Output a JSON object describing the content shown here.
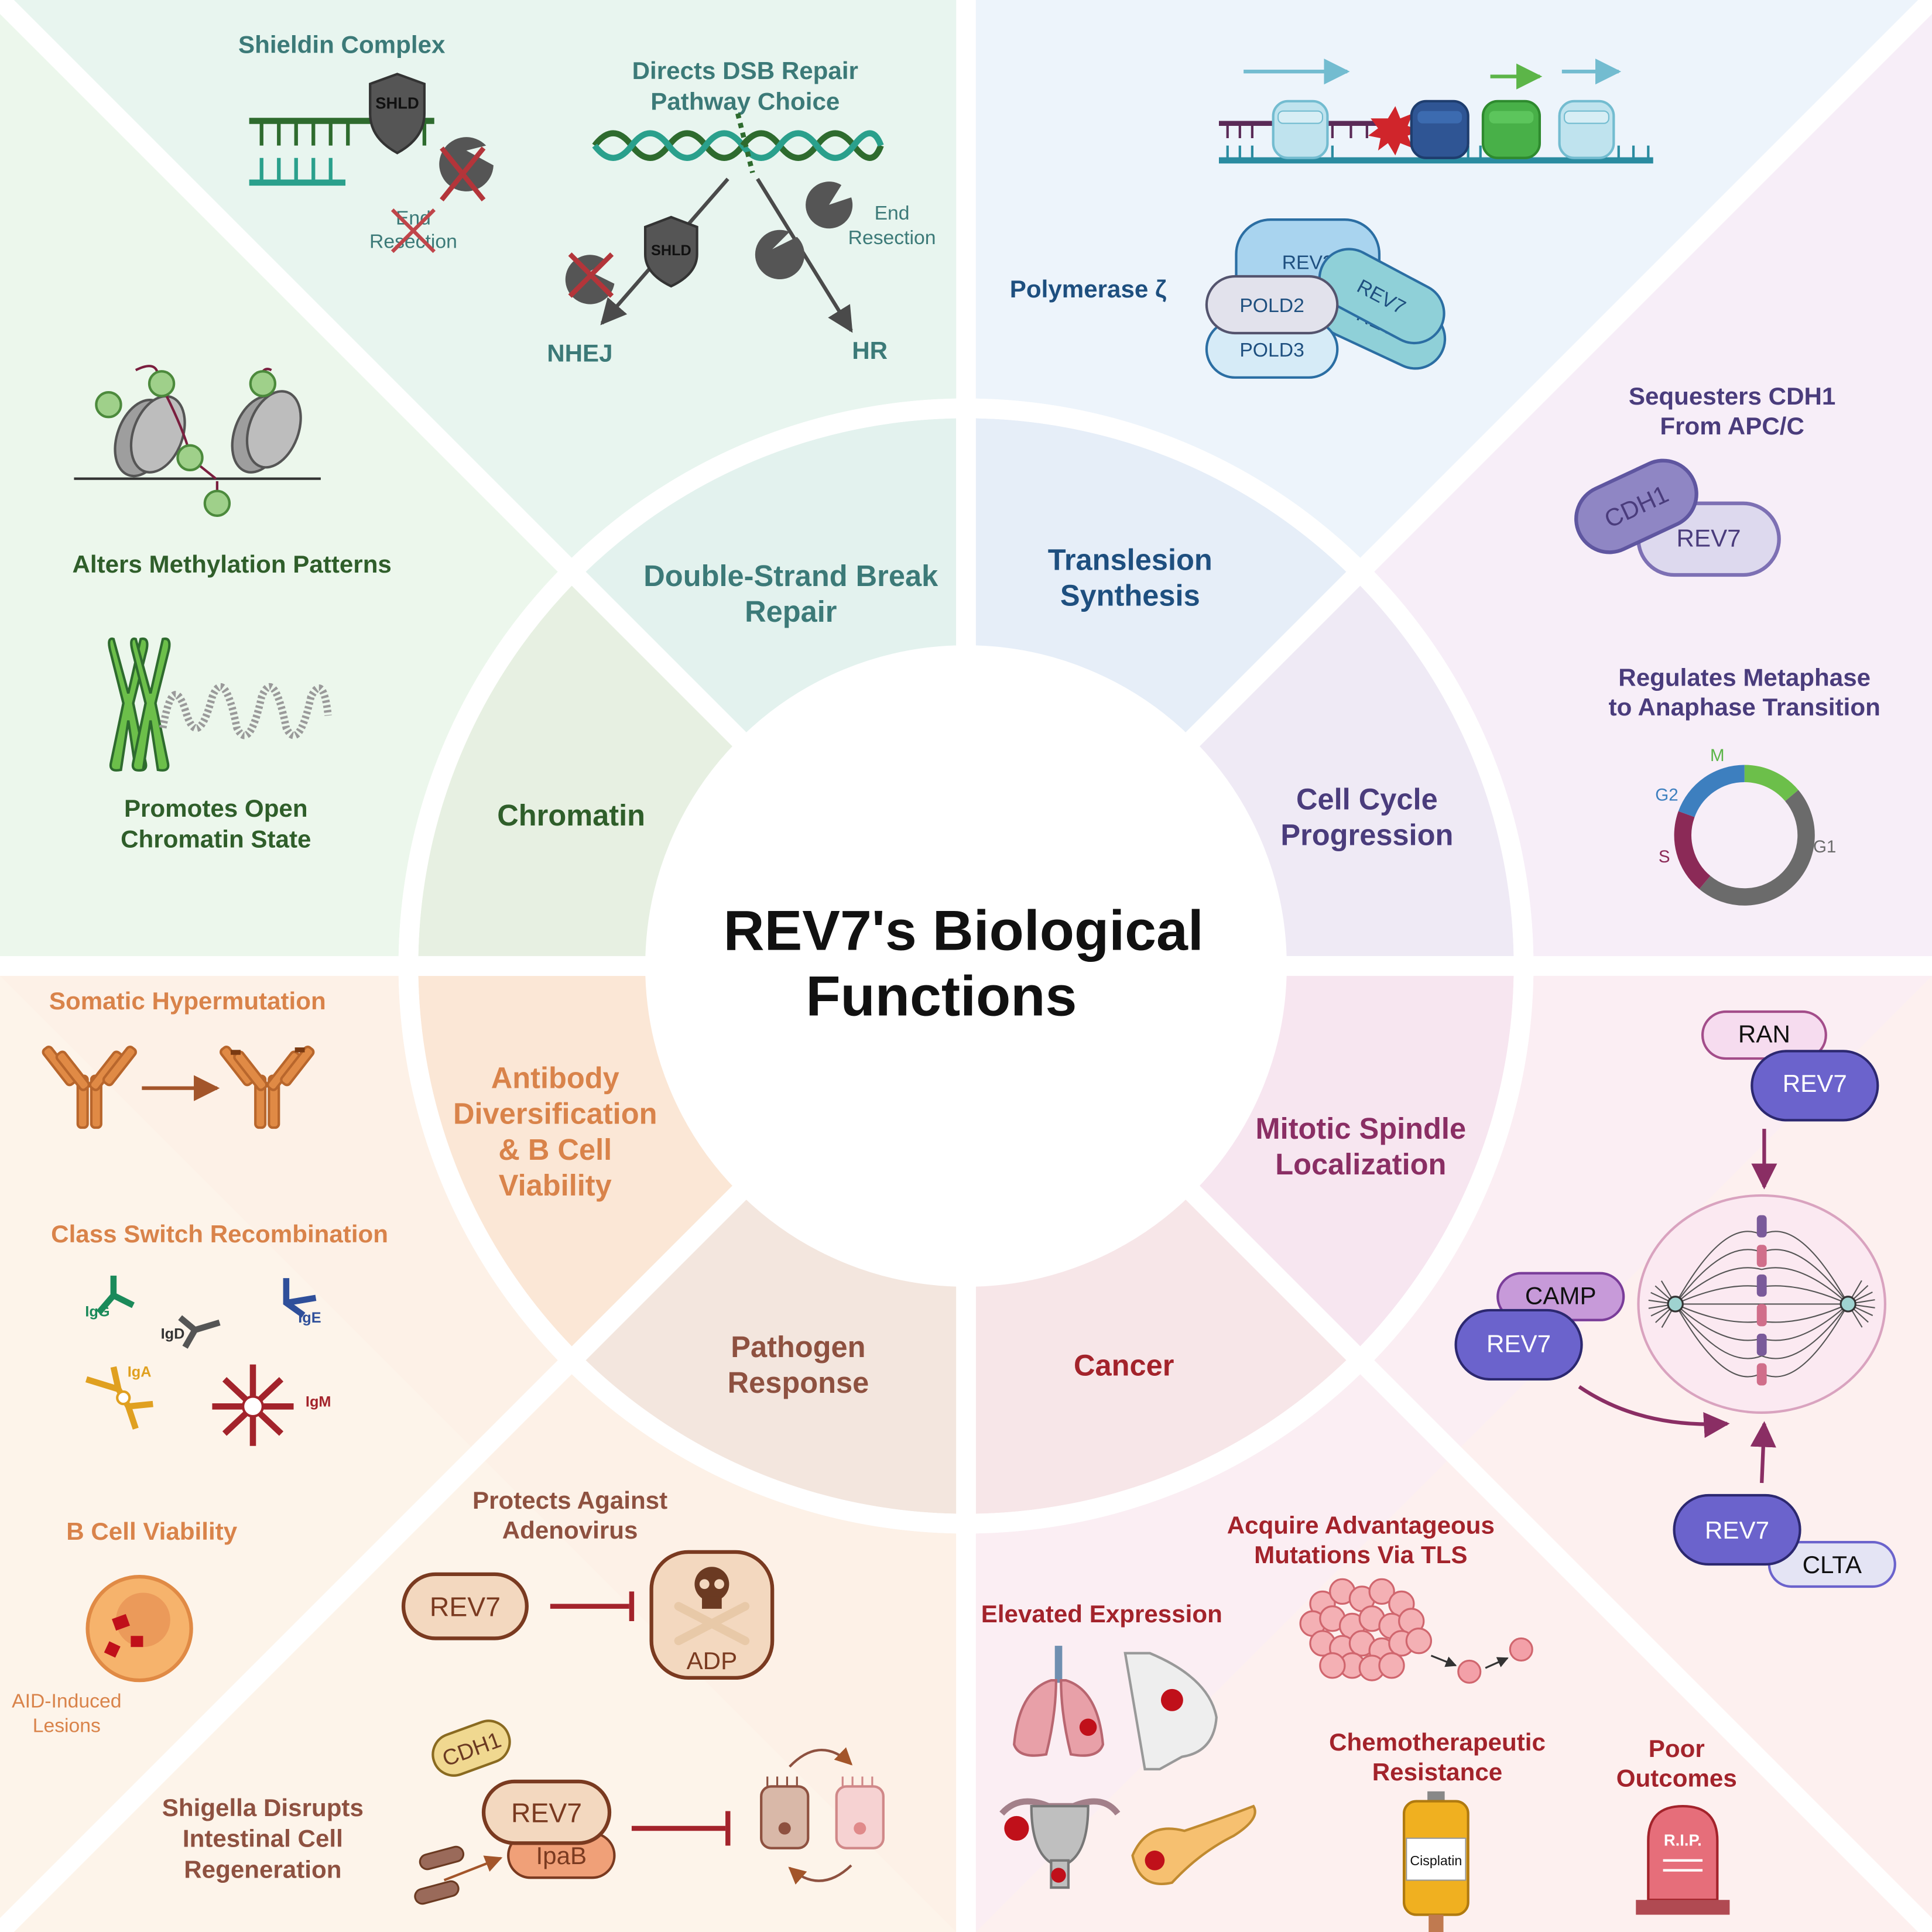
{
  "title": {
    "line1": "REV7's Biological",
    "line2": "Functions"
  },
  "ring": {
    "dsb": {
      "line1": "Double-Strand Break",
      "line2": "Repair"
    },
    "tls": {
      "line1": "Translesion",
      "line2": "Synthesis"
    },
    "chromatin": "Chromatin",
    "cellcycle": {
      "line1": "Cell Cycle",
      "line2": "Progression"
    },
    "antibody": {
      "line1": "Antibody",
      "line2": "Diversification",
      "line3": "& B Cell",
      "line4": "Viability"
    },
    "spindle": {
      "line1": "Mitotic Spindle",
      "line2": "Localization"
    },
    "pathogen": {
      "line1": "Pathogen",
      "line2": "Response"
    },
    "cancer": "Cancer"
  },
  "dsb_panel": {
    "shieldin": "Shieldin Complex",
    "shld": "SHLD",
    "end_resection_blocked": {
      "line1": "End",
      "line2": "Resection"
    },
    "pathway_choice": {
      "line1": "Directs DSB Repair",
      "line2": "Pathway Choice"
    },
    "end_resection": {
      "line1": "End",
      "line2": "Resection"
    },
    "nhej": "NHEJ",
    "hr": "HR"
  },
  "tls_panel": {
    "polymerase": "Polymerase ζ",
    "rev3": "REV3",
    "pold2": "POLD2",
    "pold3": "POLD3",
    "rev7a": "REV7",
    "rev7b": "REV7"
  },
  "chromatin_panel": {
    "methylation": "Alters Methylation Patterns",
    "open_chromatin": {
      "line1": "Promotes Open",
      "line2": "Chromatin State"
    }
  },
  "cellcycle_panel": {
    "sequesters": {
      "line1": "Sequesters CDH1",
      "line2": "From APC/C"
    },
    "cdh1": "CDH1",
    "rev7": "REV7",
    "metaphase": {
      "line1": "Regulates Metaphase",
      "line2": "to Anaphase Transition"
    },
    "phases": {
      "m": "M",
      "g2": "G2",
      "s": "S",
      "g1": "G1"
    },
    "phase_colors": {
      "m": "#6cbf4a",
      "g2": "#3d7fbf",
      "s": "#8b2a57",
      "g1": "#6b6b6b"
    }
  },
  "antibody_panel": {
    "shm": "Somatic Hypermutation",
    "csr": "Class Switch Recombination",
    "isotypes": {
      "igg": "IgG",
      "igd": "IgD",
      "ige": "IgE",
      "iga": "IgA",
      "igm": "IgM"
    },
    "bcell": "B Cell Viability",
    "aid": {
      "line1": "AID-Induced",
      "line2": "Lesions"
    }
  },
  "spindle_panel": {
    "ran": "RAN",
    "rev7_1": "REV7",
    "camp": "CAMP",
    "rev7_2": "REV7",
    "rev7_3": "REV7",
    "clta": "CLTA"
  },
  "pathogen_panel": {
    "adenovirus": {
      "line1": "Protects Against",
      "line2": "Adenovirus"
    },
    "rev7": "REV7",
    "adp": "ADP",
    "cdh1": "CDH1",
    "rev7b": "REV7",
    "ipab": "IpaB",
    "shigella": {
      "line1": "Shigella Disrupts",
      "line2": "Intestinal Cell",
      "line3": "Regeneration"
    }
  },
  "cancer_panel": {
    "tls": {
      "line1": "Acquire Advantageous",
      "line2": "Mutations Via TLS"
    },
    "elevated": "Elevated Expression",
    "chemo": {
      "line1": "Chemotherapeutic",
      "line2": "Resistance"
    },
    "cisplatin": "Cisplatin",
    "poor": {
      "line1": "Poor",
      "line2": "Outcomes"
    },
    "rip": "R.I.P."
  },
  "colors": {
    "dsb": "#3c7a78",
    "tls": "#1e4f7f",
    "chromatin": "#2f5e2a",
    "cellcycle": "#4a3c7c",
    "antibody": "#d9834a",
    "spindle": "#8a2e64",
    "pathogen": "#8e5140",
    "cancer": "#a3232b"
  }
}
